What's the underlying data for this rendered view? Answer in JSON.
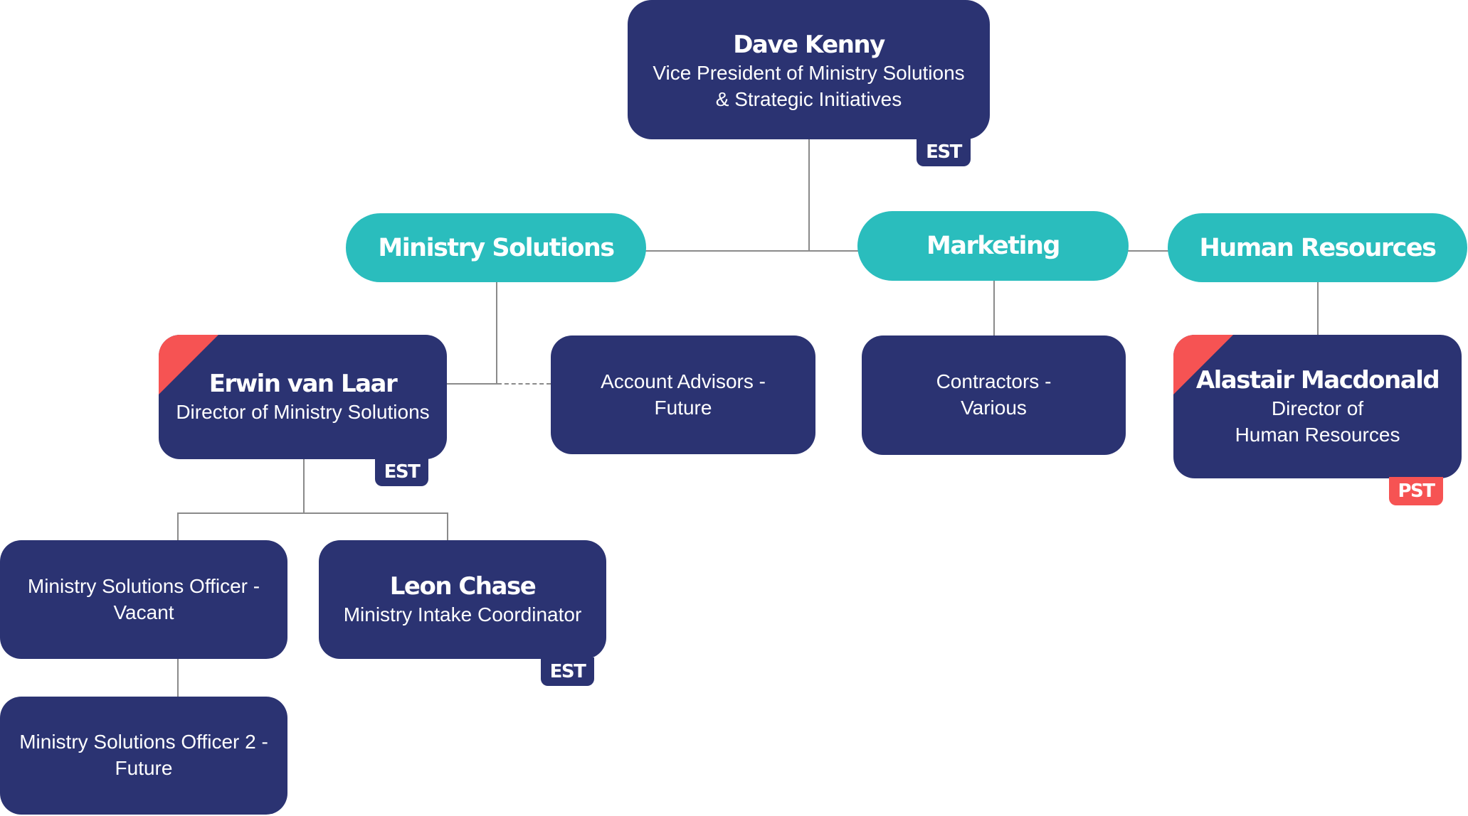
{
  "colors": {
    "node_navy": "#2b3372",
    "department_teal": "#2abdbd",
    "accent_red": "#f65353",
    "connector_gray": "#8a8a8a",
    "text_white": "#ffffff"
  },
  "executive": {
    "name": "Dave Kenny",
    "title": "Vice President of Ministry Solutions\n& Strategic Initiatives",
    "timezone": "EST"
  },
  "departments": [
    {
      "label": "Ministry Solutions"
    },
    {
      "label": "Marketing"
    },
    {
      "label": "Human Resources"
    }
  ],
  "ministry_solutions": {
    "director": {
      "name": "Erwin van Laar",
      "title": "Director of Ministry Solutions",
      "timezone": "EST",
      "flagged": true
    },
    "dotted_line_role": {
      "label": "Account Advisors -\nFuture"
    },
    "reports": [
      {
        "label": "Ministry Solutions Officer -\nVacant"
      },
      {
        "name": "Leon Chase",
        "title": "Ministry Intake Coordinator",
        "timezone": "EST"
      }
    ],
    "sub_report": {
      "label": "Ministry Solutions Officer 2 -\nFuture"
    }
  },
  "marketing": {
    "role": {
      "label": "Contractors -\nVarious"
    }
  },
  "human_resources": {
    "director": {
      "name": "Alastair Macdonald",
      "title": "Director of\nHuman Resources",
      "timezone": "PST",
      "flagged": true
    }
  }
}
